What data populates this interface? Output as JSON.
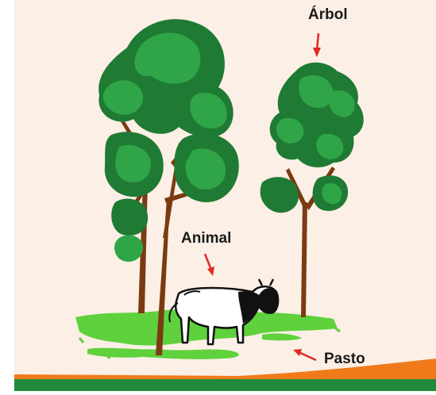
{
  "labels": {
    "tree": "Árbol",
    "animal": "Animal",
    "grass": "Pasto"
  },
  "colors": {
    "background": "#fcefe6",
    "foliage_dark": "#1f7a33",
    "foliage_light": "#2fa548",
    "trunk": "#7a3b12",
    "grass": "#5fd13c",
    "arrow": "#e02a22",
    "band_orange": "#f07a1a",
    "band_green": "#1f8a3c"
  },
  "icons": [
    "tree-illustration",
    "cow-illustration",
    "grass-illustration",
    "arrow-icon"
  ]
}
